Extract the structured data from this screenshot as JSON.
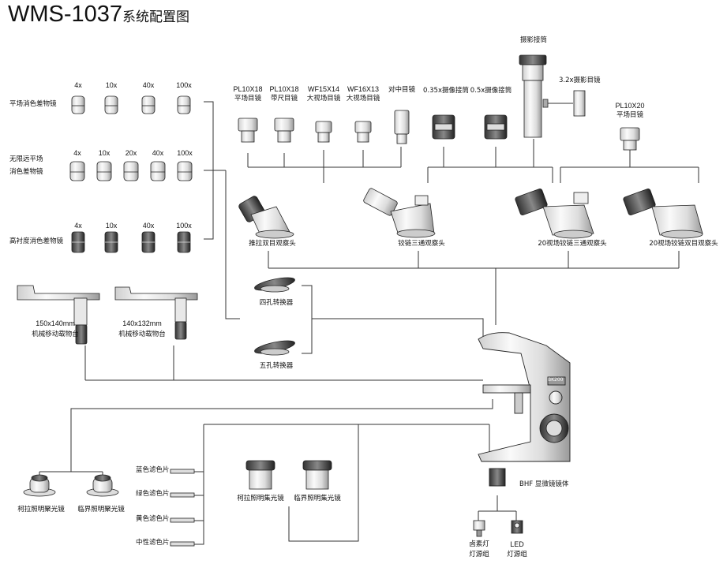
{
  "title": {
    "model": "WMS-1037",
    "suffix": "系统配置图"
  },
  "objectives": {
    "plan_achromatic": {
      "label": "平场消色差物镜",
      "mags": [
        "4x",
        "10x",
        "40x",
        "100x"
      ]
    },
    "infinity_plan": {
      "label_line1": "无限远平场",
      "label_line2": "消色差物镜",
      "mags": [
        "4x",
        "10x",
        "20x",
        "40x",
        "100x"
      ]
    },
    "high_contrast": {
      "label": "高衬度消色差物镜",
      "mags": [
        "4x",
        "10x",
        "40x",
        "100x"
      ]
    }
  },
  "eyepieces": [
    {
      "model": "PL10X18",
      "desc": "平场目镜"
    },
    {
      "model": "PL10X18",
      "desc": "带尺目镜"
    },
    {
      "model": "WF15X14",
      "desc": "大视场目镜"
    },
    {
      "model": "WF16X13",
      "desc": "大视场目镜"
    },
    {
      "model": "",
      "desc": "对中目镜"
    }
  ],
  "adapters": {
    "a035": "0.35x摄像接筒",
    "a05": "0.5x摄像接筒",
    "photo_tube": "摄影接筒",
    "photo_eyepiece": "3.2x摄影目镜",
    "pl10x20": "PL10X20",
    "pl10x20_desc": "平场目镜"
  },
  "heads": [
    "推拉双目观察头",
    "铰链三通观察头",
    "20视场铰链三通观察头",
    "20视场铰链双目观察头"
  ],
  "nosepieces": [
    "四孔转换器",
    "五孔转换器"
  ],
  "stages": [
    {
      "size": "150x140mm",
      "desc": "机械移动载物台"
    },
    {
      "size": "140x132mm",
      "desc": "机械移动载物台"
    }
  ],
  "body": {
    "label": "BHF 显微镜镜体",
    "badge": "BK200"
  },
  "filters": [
    "蓝色滤色片",
    "绿色滤色片",
    "黄色滤色片",
    "中性滤色片"
  ],
  "condensers_left": [
    "柯拉照明聚光镜",
    "临界照明聚光镜"
  ],
  "condensers_center": [
    "柯拉照明集光镜",
    "临界照明集光镜"
  ],
  "lamps": [
    {
      "line1": "卤素灯",
      "line2": "灯源组"
    },
    {
      "line1": "LED",
      "line2": "灯源组"
    }
  ]
}
